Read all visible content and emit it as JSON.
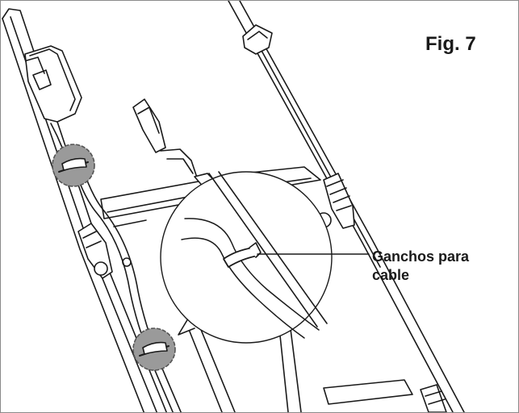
{
  "figure": {
    "label": "Fig. 7"
  },
  "callout": {
    "line1": "Ganchos para",
    "line2": "cable"
  },
  "colors": {
    "line": "#1a1a1a",
    "highlight": "#9a9a9a",
    "background": "#ffffff",
    "frame": "#8a8a8a"
  },
  "icons": [
    "cable-hook-icon",
    "switch-box-icon",
    "quick-release-lever-icon"
  ]
}
